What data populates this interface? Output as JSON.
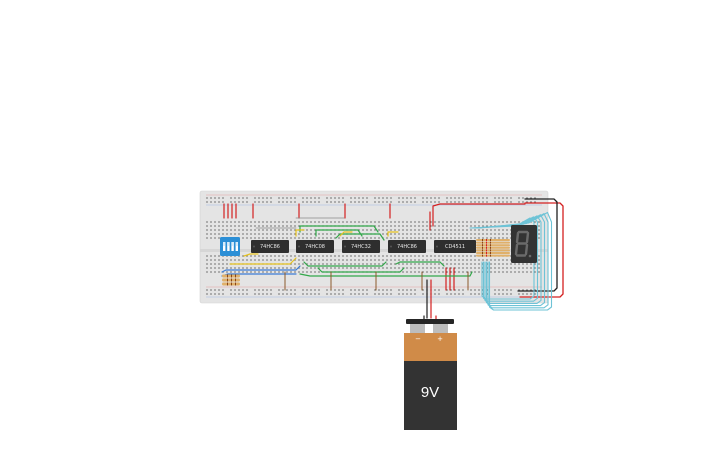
{
  "canvas": {
    "background": "#ffffff"
  },
  "breadboard": {
    "color": "#e4e4e4",
    "hole_color": "#3a3a3a"
  },
  "dip_switch": {
    "color": "#2c8fd6"
  },
  "chips": [
    {
      "label": "74HC86"
    },
    {
      "label": "74HC08"
    },
    {
      "label": "74HC32"
    },
    {
      "label": "74HC86"
    },
    {
      "label": "CD4511"
    }
  ],
  "seven_segment": {
    "body_color": "#333333",
    "digit_glyph": "8."
  },
  "battery": {
    "label": "9V",
    "minus_sign": "−",
    "plus_sign": "+",
    "top_color": "#d08b48",
    "body_color": "#333333"
  },
  "wire_colors": {
    "red": "#d42020",
    "black": "#202020",
    "green": "#32a84a",
    "yellow": "#e6c21e",
    "blue": "#3a7bd5",
    "cyan": "#6ec3d6",
    "brown": "#8b5a2b",
    "gray": "#8a8a8a"
  }
}
